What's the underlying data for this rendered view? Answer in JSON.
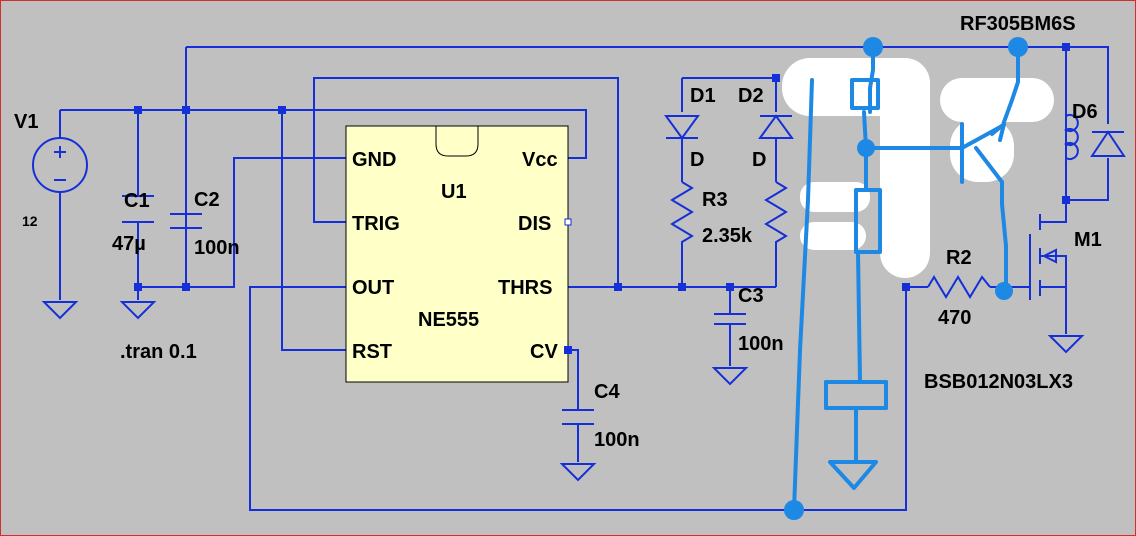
{
  "labels": {
    "v1_name": "V1",
    "v1_value": "12",
    "c1_name": "C1",
    "c1_value": "47µ",
    "c2_name": "C2",
    "c2_value": "100n",
    "directive": ".tran 0.1",
    "u1_name": "U1",
    "u1_model": "NE555",
    "pin_gnd": "GND",
    "pin_vcc": "Vcc",
    "pin_trig": "TRIG",
    "pin_dis": "DIS",
    "pin_out": "OUT",
    "pin_thrs": "THRS",
    "pin_rst": "RST",
    "pin_cv": "CV",
    "d1_name": "D1",
    "d1_model": "D",
    "d2_name": "D2",
    "d2_model": "D",
    "r3_name": "R3",
    "r3_value": "2.35k",
    "c3_name": "C3",
    "c3_value": "100n",
    "c4_name": "C4",
    "c4_value": "100n",
    "q_model": "RF305BM6S",
    "d6_name": "D6",
    "m1_name": "M1",
    "m1_model": "BSB012N03LX3",
    "r2_name": "R2",
    "r2_value": "470"
  },
  "colors": {
    "background": "#c0c0c0",
    "wire": "#1530d8",
    "ic_fill": "#ffffc8",
    "annotation": "#1e88e5"
  }
}
